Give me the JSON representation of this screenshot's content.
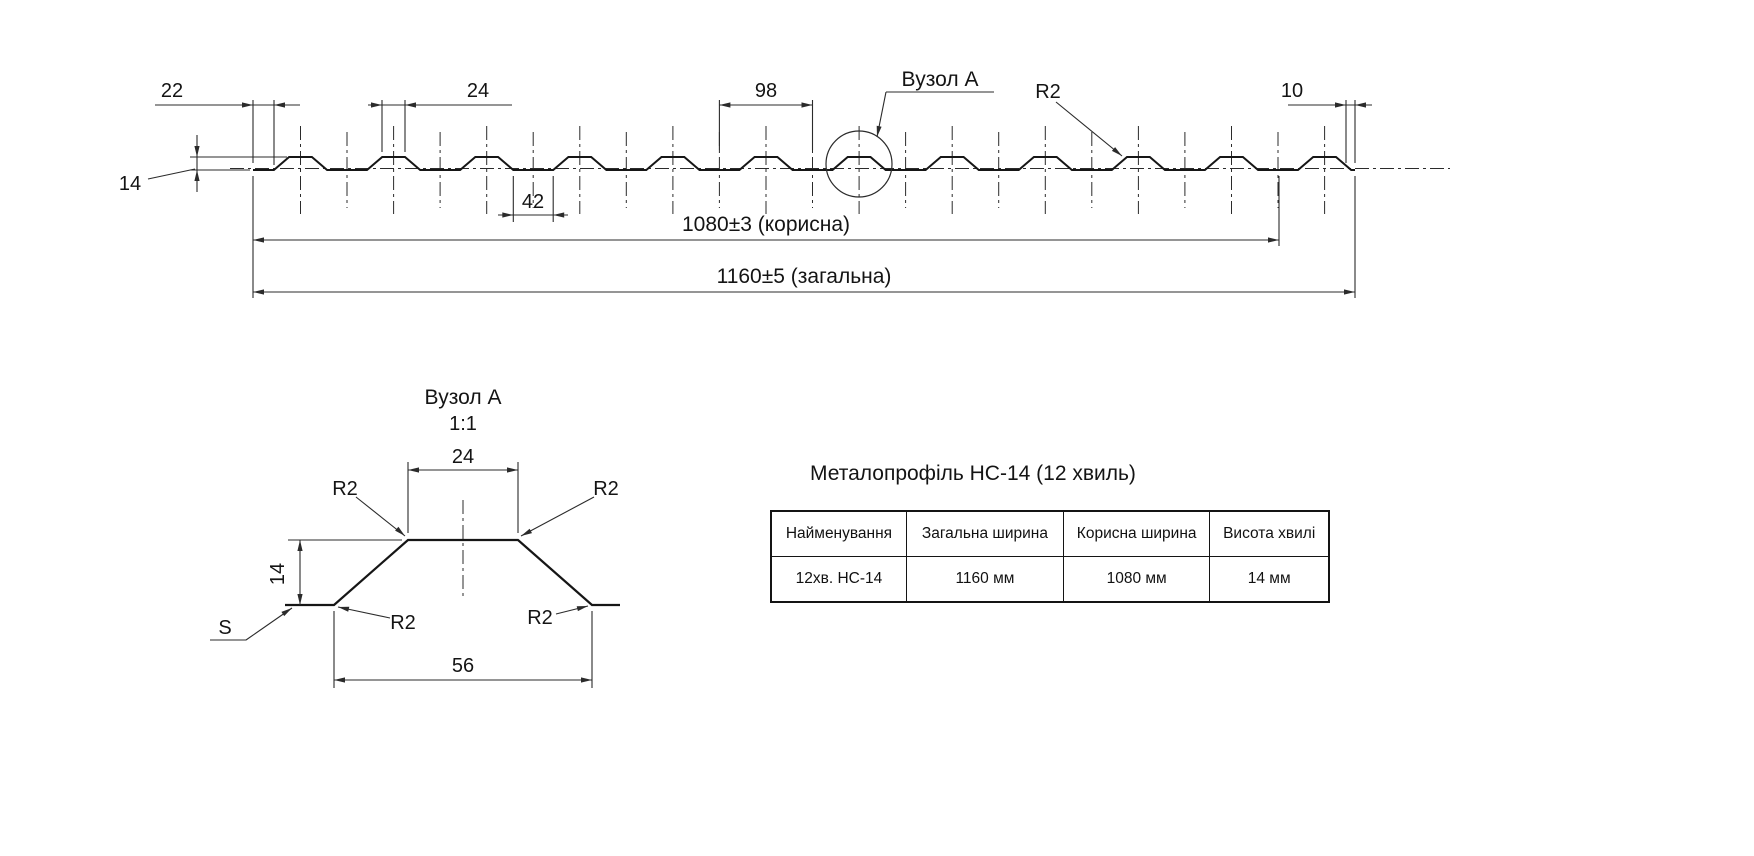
{
  "top_view": {
    "dim_left_flat": "22",
    "dim_crest_width": "24",
    "dim_pitch": "98",
    "dim_height": "14",
    "dim_bottom_flat": "42",
    "dim_right_flat": "10",
    "radius_label": "R2",
    "node_callout": "Вузол А",
    "dim_useful": "1080±3 (корисна)",
    "dim_total": "1160±5 (загальна)"
  },
  "detail_view": {
    "title": "Вузол А",
    "scale": "1:1",
    "dim_top_width": "24",
    "dim_height": "14",
    "dim_bottom_width": "56",
    "thickness_label": "S",
    "radius_top_left": "R2",
    "radius_top_right": "R2",
    "radius_bottom_left": "R2",
    "radius_bottom_right": "R2"
  },
  "spec": {
    "title": "Металопрофіль НС-14 (12 хвиль)",
    "table": {
      "headers": [
        "Найменування",
        "Загальна ширина",
        "Корисна ширина",
        "Висота хвилі"
      ],
      "rows": [
        [
          "12хв. НС-14",
          "1160 мм",
          "1080 мм",
          "14 мм"
        ]
      ]
    }
  },
  "colors": {
    "line": "#2b2b2b",
    "text": "#141414",
    "background": "#ffffff"
  }
}
